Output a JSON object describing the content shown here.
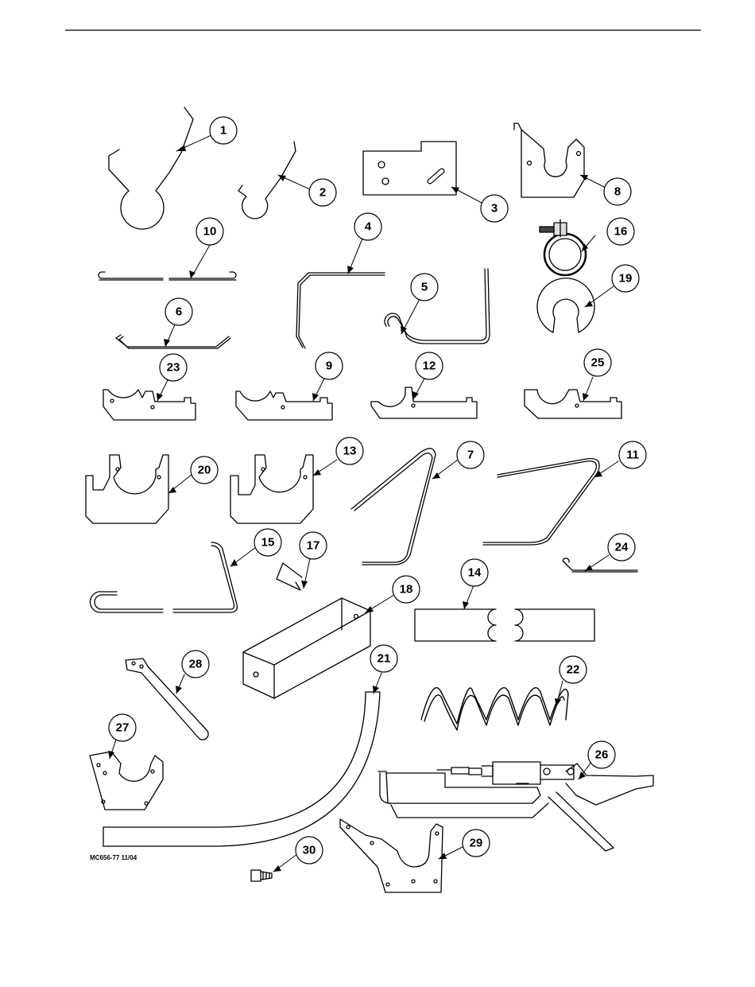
{
  "figure": {
    "ref_code": "MC656-77 11/04",
    "callouts": [
      "1",
      "2",
      "3",
      "4",
      "5",
      "6",
      "7",
      "8",
      "9",
      "10",
      "11",
      "12",
      "13",
      "14",
      "15",
      "16",
      "17",
      "18",
      "19",
      "20",
      "21",
      "22",
      "23",
      "24",
      "25",
      "26",
      "27",
      "28",
      "29",
      "30"
    ]
  }
}
